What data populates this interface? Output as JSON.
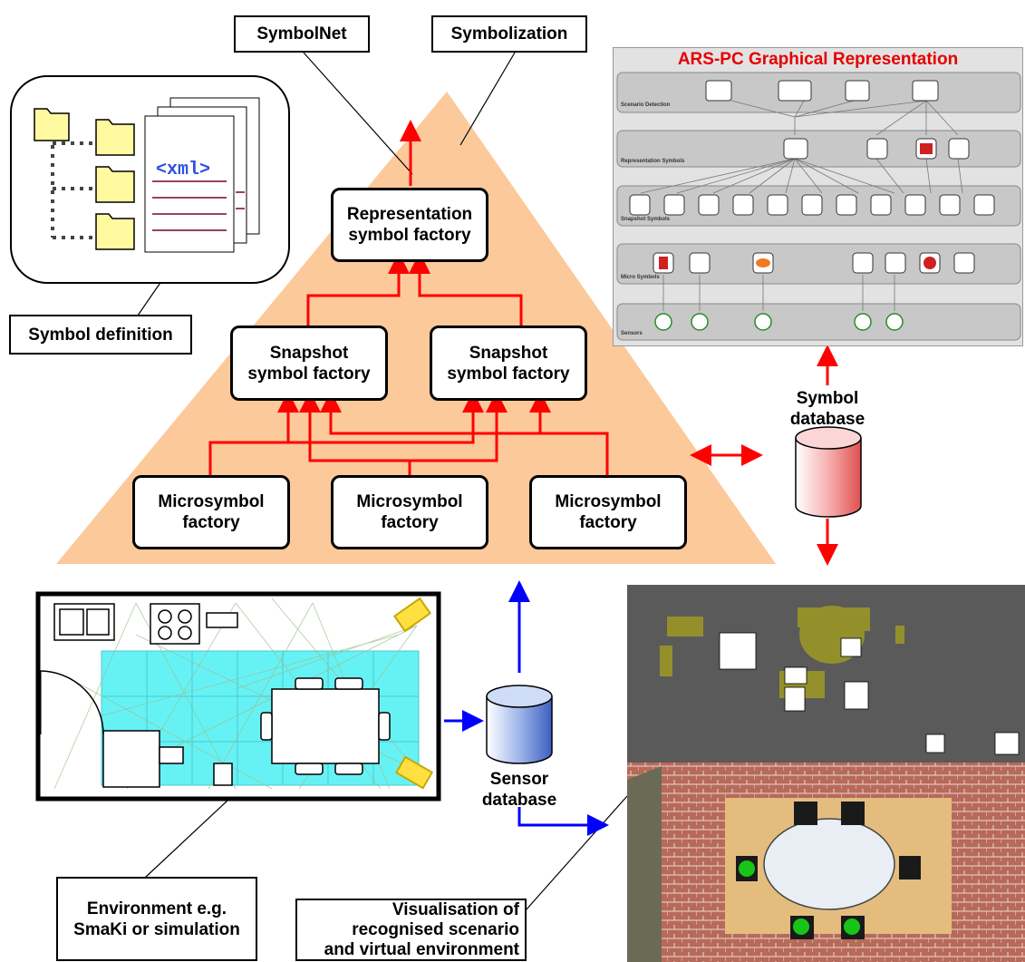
{
  "labels": {
    "symbolnet": "SymbolNet",
    "symbolization": "Symbolization",
    "symbol_definition": "Symbol definition",
    "xml": "<xml>",
    "representation_factory": "Representation\nsymbol factory",
    "snapshot_factory_left": "Snapshot\nsymbol  factory",
    "snapshot_factory_right": "Snapshot\nsymbol  factory",
    "micro_factory_1": "Microsymbol\nfactory",
    "micro_factory_2": "Microsymbol\nfactory",
    "micro_factory_3": "Microsymbol\nfactory",
    "symbol_database": "Symbol\ndatabase",
    "sensor_database": "Sensor\ndatabase",
    "environment": "Environment e.g.\nSmaKi or simulation",
    "visualisation": "Visualisation of\nrecognised scenario\nand virtual environment"
  },
  "ars_panel": {
    "title": "ARS-PC Graphical Representation",
    "layers": [
      "Scenario Detection",
      "Representation Symbols",
      "Snapshot Symbols",
      "Micro Symbols",
      "Sensors"
    ]
  },
  "colors": {
    "pyramid": "#fcc99b",
    "arrow_red": "#ff0000",
    "arrow_blue": "#0000ff",
    "floor_cyan": "#66f2f5",
    "db_red": "#f4a6a6",
    "db_blue": "#6f8fd8"
  }
}
